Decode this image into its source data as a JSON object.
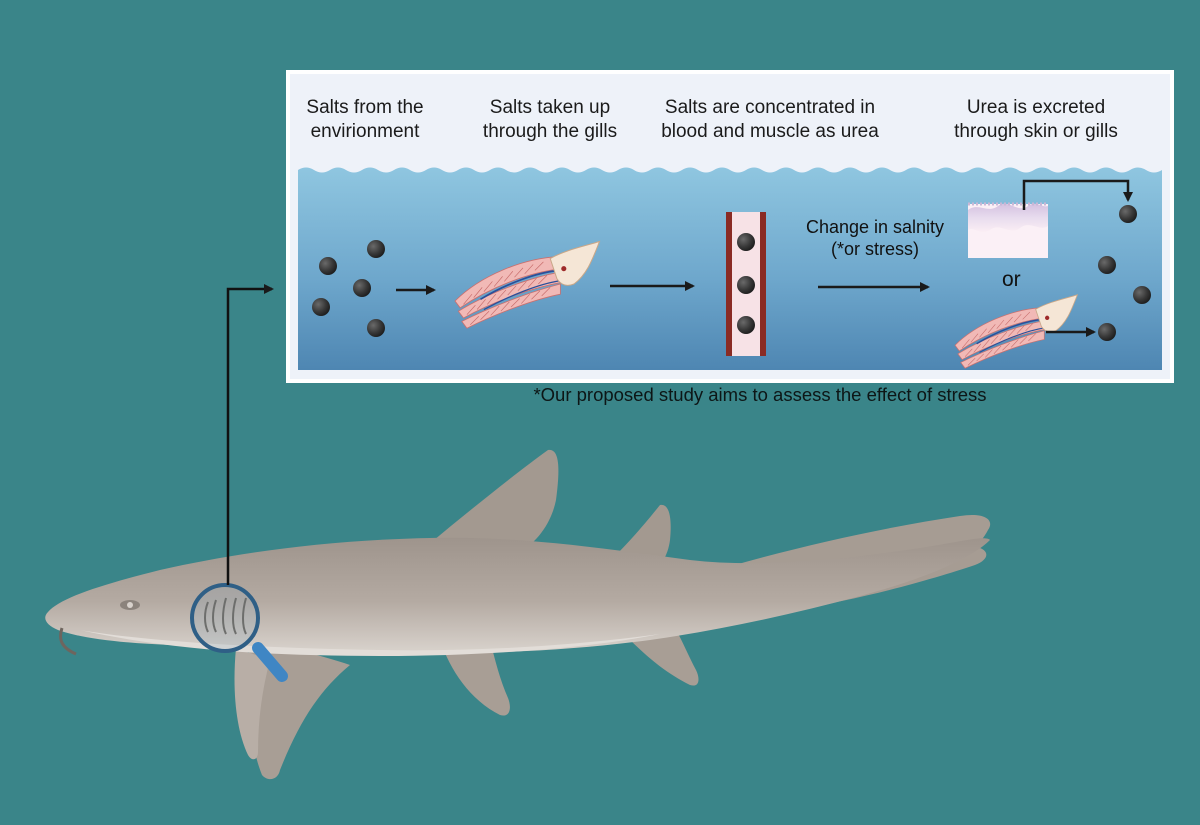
{
  "steps": [
    {
      "label": "Salts from the\nenvirionment"
    },
    {
      "label": "Salts taken up\nthrough the gills"
    },
    {
      "label": "Salts are concentrated in\nblood and muscle as urea"
    },
    {
      "label": "Urea is excreted\nthrough skin or gills"
    }
  ],
  "trigger_label": "Change in salnity\n(*or stress)",
  "or_label": "or",
  "footnote": "*Our proposed study aims to assess the effect of stress",
  "colors": {
    "background": "#3a8589",
    "panel_header": "#eef2f9",
    "water_top": "#8fc6e0",
    "water_bottom": "#4e86b2",
    "particle": "#3a3a3a",
    "vessel_wall": "#8a2b24",
    "gill": "#e8a7a5",
    "shark": "#a99f97",
    "magnifier": "#2f5f86",
    "magnifier_handle": "#3f86c4"
  }
}
